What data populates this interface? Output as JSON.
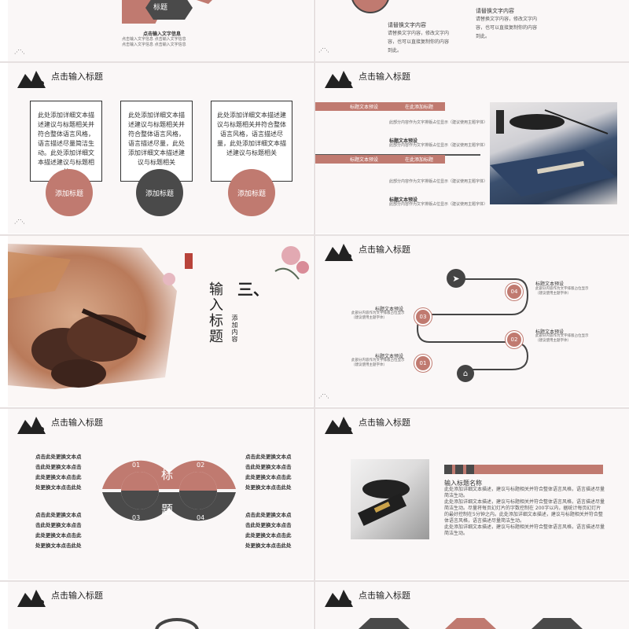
{
  "top_left": {
    "hex_label": "标题",
    "heading": "点击输入文字信息",
    "lines": [
      "点击输入文字信息 点击输入文字信息",
      "点击输入文字信息 点击输入文字信息"
    ]
  },
  "top_right": {
    "title_a": "请替换文字内容",
    "text_a": [
      "请替换文字内容，修改文字内",
      "容，也可以直接复制你的内容",
      "到此。"
    ],
    "title_b": "请替换文字内容",
    "text_b": [
      "请替换文字内容，修改文字内",
      "容，也可以直接复制你的内容",
      "到此。"
    ]
  },
  "header_title": "点击输入标题",
  "slide_cards": {
    "cards": [
      {
        "text": "此处添加详细文本描述建议与标题相关并符合整体语言风格，语言描述尽量简洁生动。此处添加详细文本描述建议与标题相关",
        "button": "添加标题"
      },
      {
        "text": "此处添加详细文本描述建议与标题相关并符合整体语言风格，语言描述尽量，此处添加详细文本描述建议与标题相关",
        "button": "添加标题"
      },
      {
        "text": "此处添加详细文本描述建议与标题相关并符合整体语言风格，语言描述尽量，此处添加详细文本描述建议与标题相关",
        "button": "添加标题"
      }
    ]
  },
  "slide_bars": {
    "bar1_left": "标题文本预设",
    "bar1_right": "在此添加标题",
    "line1": "此部分内容作为文字排版占位显示（建议使用主题字体）",
    "sub1": "标题文本预设",
    "line2": "此部分内容作为文字排版占位显示（建议使用主题字体）",
    "bar2_left": "标题文本预设",
    "bar2_right": "在此添加标题",
    "line3": "此部分内容作为文字排版占位显示（建议使用主题字体）",
    "sub2": "标题文本预设",
    "line4": "此部分内容作为文字排版占位显示（建议使用主题字体）"
  },
  "slide_section": {
    "number": "三、",
    "title": "输入标题",
    "subtitle": "添加内容"
  },
  "slide_path": {
    "items": [
      {
        "num": "04",
        "label": "标题文本预设",
        "desc": "此部分内容作为文字排版占位显示（建议使用主题字体）"
      },
      {
        "num": "03",
        "label": "标题文本预设",
        "desc": "此部分内容作为文字排版占位显示（建议使用主题字体）"
      },
      {
        "num": "02",
        "label": "标题文本预设",
        "desc": "此部分内容作为文字排版占位显示（建议使用主题字体）"
      },
      {
        "num": "01",
        "label": "标题文本预设",
        "desc": "此部分内容作为文字排版占位显示（建议使用主题字体）"
      }
    ]
  },
  "slide_infinity": {
    "center_top": "标",
    "center_bottom": "题",
    "nums": [
      "01",
      "02",
      "03",
      "04"
    ],
    "left_top": [
      "点击此处更换文本点",
      "击此处更换文本点击",
      "此处更换文本点击此",
      "处更换文本点击此处"
    ],
    "left_bottom": [
      "点击此处更换文本点",
      "击此处更换文本点击",
      "此处更换文本点击此",
      "处更换文本点击此处"
    ],
    "right_top": [
      "点击此处更换文本点",
      "击此处更换文本点击",
      "此处更换文本点击此",
      "处更换文本点击此处"
    ],
    "right_bottom": [
      "点击此处更换文本点",
      "击此处更换文本点击",
      "此处更换文本点击此",
      "处更换文本点击此处"
    ]
  },
  "slide_photo_text": {
    "name": "输入标题名称",
    "paragraphs": [
      "此处添加详细文本描述，建议与标题相关并符合整体语言风格，语言描述尽量简洁生动。",
      "此处添加详细文本描述，建议与标题相关并符合整体语言风格，语言描述尽量简洁生动。尽量将每页幻灯片的字数控制在 200字以内，据统计每页幻灯片的最好控制在5分钟之内。此处添加详细文本描述，建议与标题相关并符合整体语言风格，语言描述尽量简洁生动。",
      "此处添加详细文本描述，建议与标题相关并符合整体语言风格，语言描述尽量简洁生动。"
    ]
  },
  "colors": {
    "rose": "#c07a70",
    "dark": "#4a4a4a",
    "bg": "#faf7f7"
  }
}
